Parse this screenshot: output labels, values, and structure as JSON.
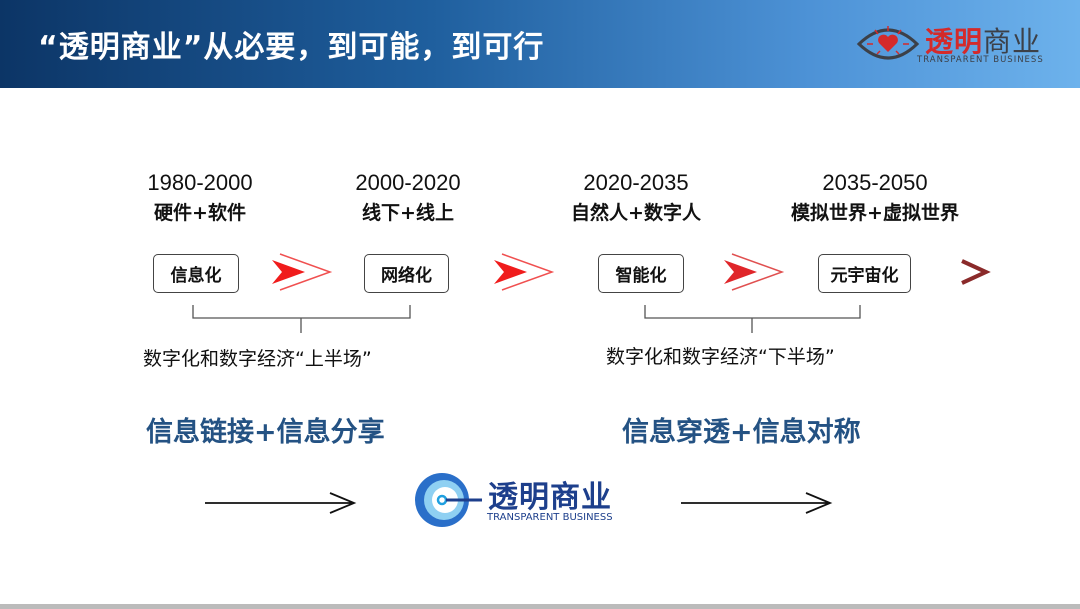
{
  "header": {
    "title": "“透明商业”从必要，到可能，到可行",
    "logo_cn_red": "透明",
    "logo_cn_dark": "商业",
    "logo_en": "TRANSPARENT BUSINESS"
  },
  "eras": [
    {
      "years": "1980-2000",
      "subtitle": "硬件+软件",
      "stage": "信息化"
    },
    {
      "years": "2000-2020",
      "subtitle": "线下+线上",
      "stage": "网络化"
    },
    {
      "years": "2020-2035",
      "subtitle": "自然人+数字人",
      "stage": "智能化"
    },
    {
      "years": "2035-2050",
      "subtitle": "模拟世界+虚拟世界",
      "stage": "元宇宙化"
    }
  ],
  "halves": {
    "first": "数字化和数字经济“上半场”",
    "second": "数字化和数字经济“下半场”"
  },
  "themes": {
    "first": "信息链接+信息分享",
    "second": "信息穿透+信息对称"
  },
  "center_logo": {
    "cn": "透明商业",
    "en": "TRANSPARENT BUSINESS"
  },
  "colors": {
    "timeline": "#e8262a",
    "timeline_end": "#8a2a2a",
    "theme_blue": "#245283"
  }
}
